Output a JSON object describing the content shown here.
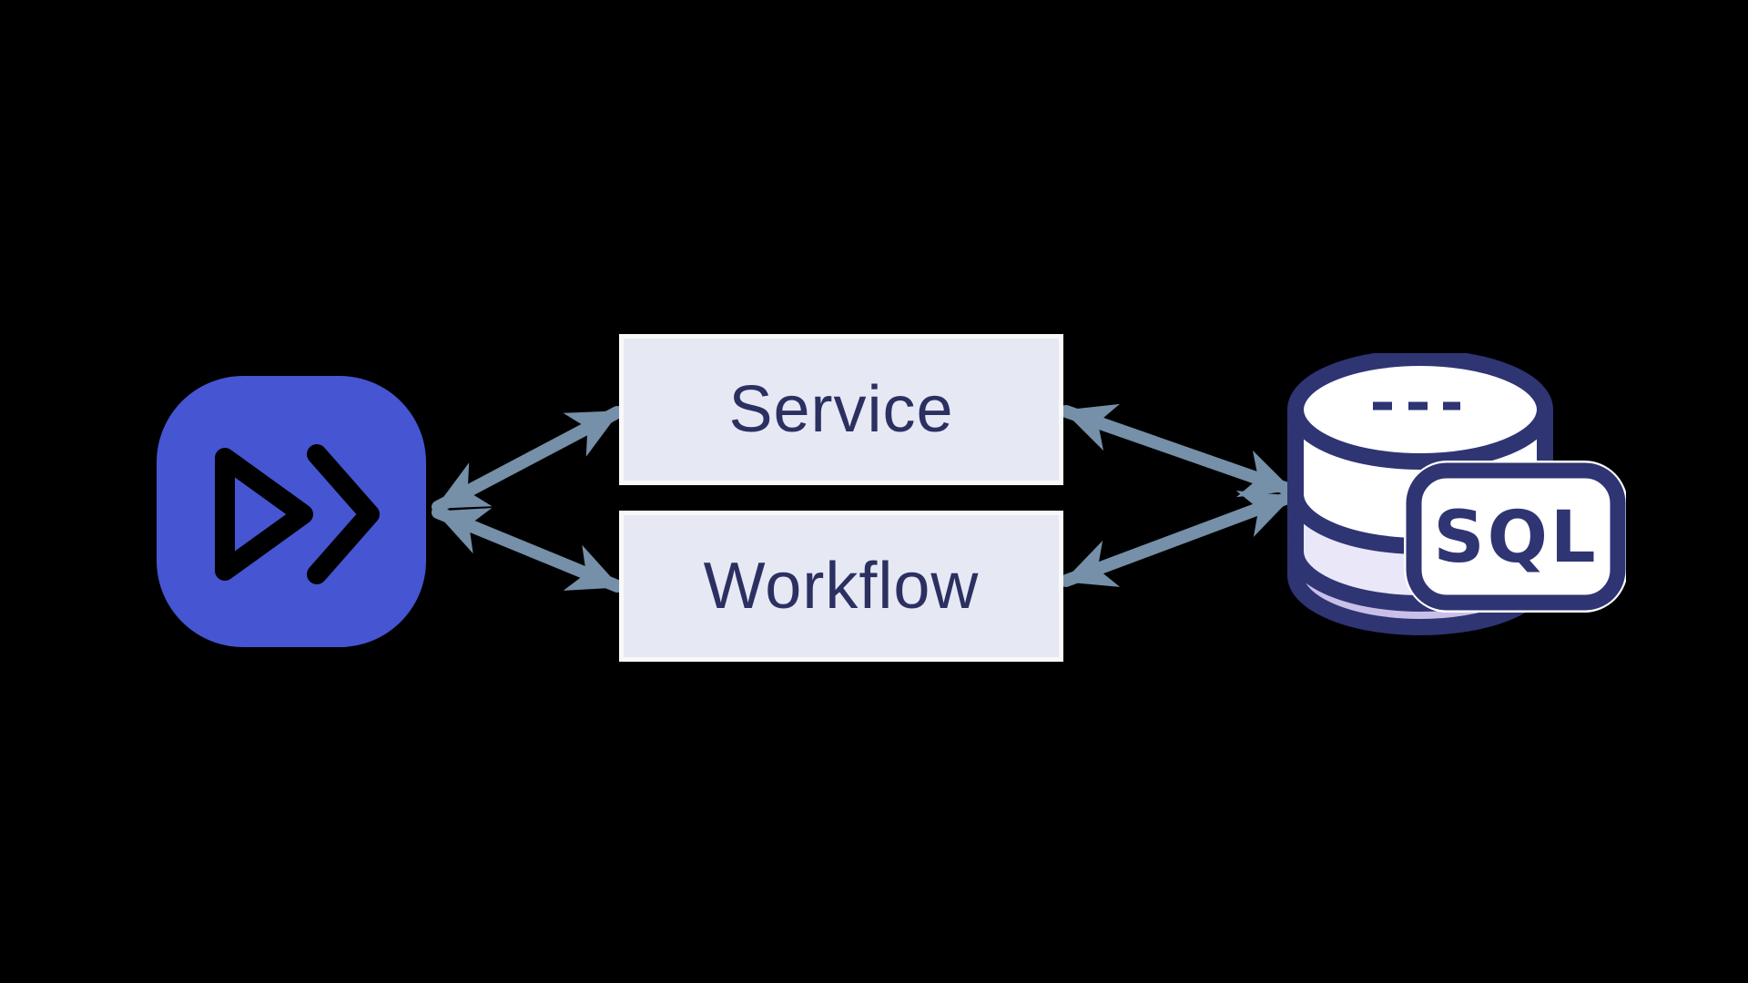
{
  "diagram": {
    "title": "application-to-sql-database-via-service-and-workflow",
    "app": {
      "id": "app",
      "icon": "fast-forward-icon",
      "description": "indigo rounded-square app logo with fast-forward glyph"
    },
    "nodes": [
      {
        "id": "service",
        "label": "Service"
      },
      {
        "id": "workflow",
        "label": "Workflow"
      }
    ],
    "database": {
      "id": "database",
      "icon": "sql-database-icon",
      "badge_label": "SQL"
    },
    "edges": [
      {
        "from": "app",
        "to": "service",
        "bidirectional": true
      },
      {
        "from": "app",
        "to": "workflow",
        "bidirectional": true
      },
      {
        "from": "service",
        "to": "database",
        "bidirectional": true
      },
      {
        "from": "workflow",
        "to": "database",
        "bidirectional": true
      }
    ],
    "colors": {
      "background": "#000000",
      "app_icon": "#4655d2",
      "app_glyph": "#000000",
      "arrow": "#7590a8",
      "box_fill": "#e6e9f4",
      "box_border": "#f8f8f8",
      "box_text": "#2b3061",
      "db_outline": "#2f3473",
      "db_fill": "#ffffff",
      "db_band_light": "#eae7f8",
      "db_band_purple": "#c9c0ea"
    }
  }
}
